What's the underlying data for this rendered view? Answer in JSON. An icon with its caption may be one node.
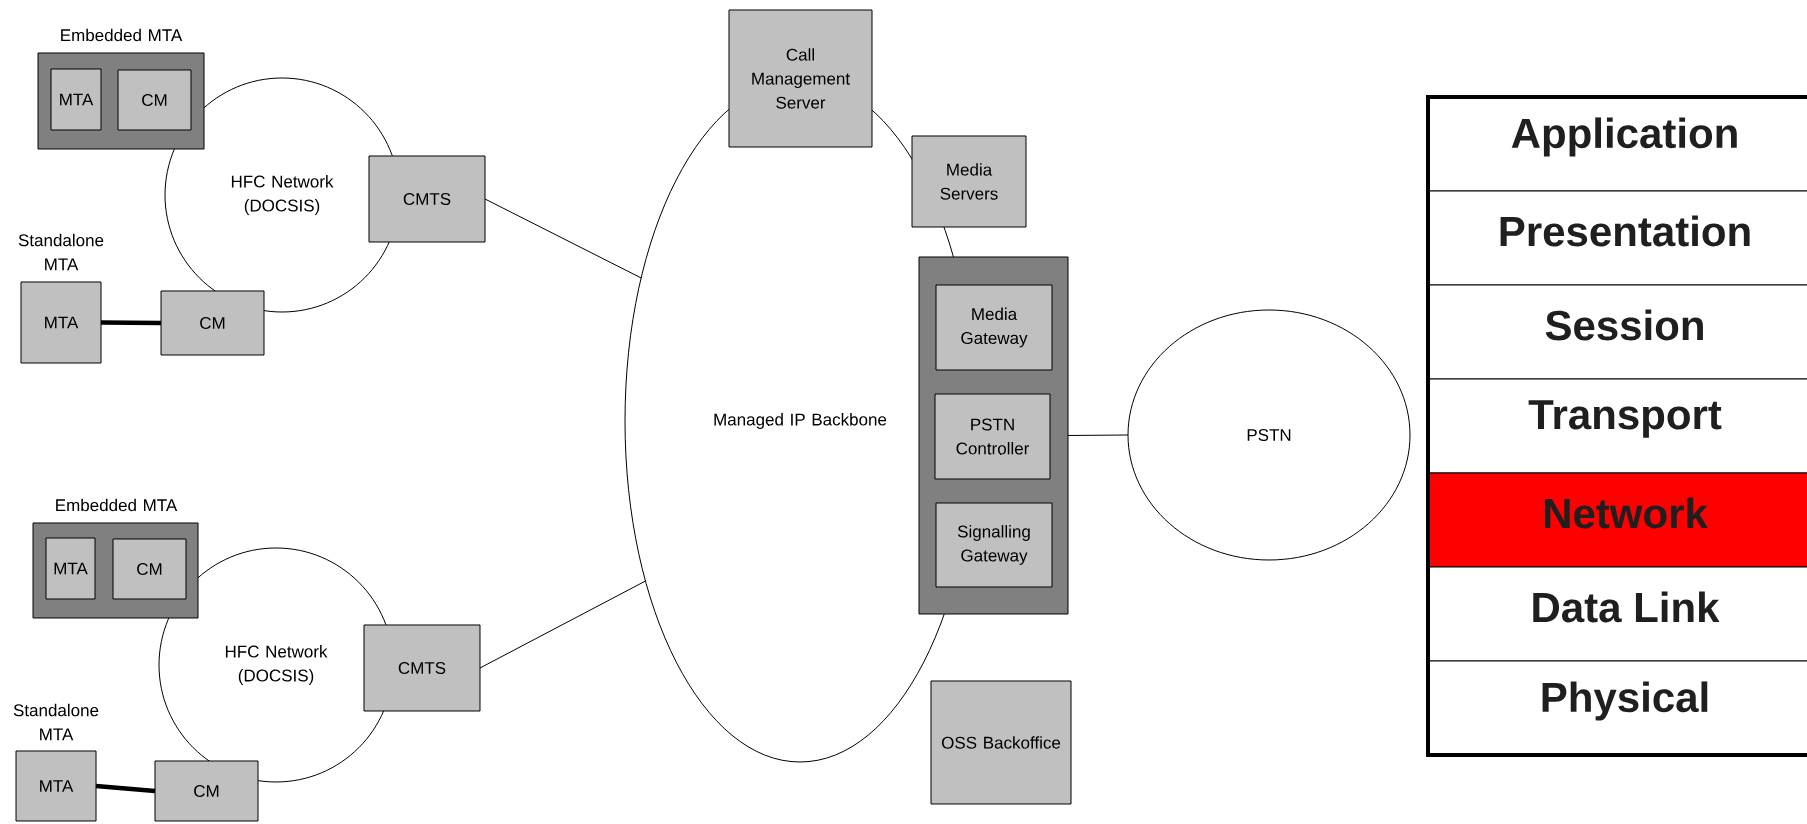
{
  "diagram": {
    "nodes": [
      {
        "text": [
          "Embedded MTA"
        ]
      },
      {
        "text": [
          "MTA"
        ],
        "in": 0
      },
      {
        "text": [
          "CM"
        ],
        "in": 0
      },
      {
        "text": [
          "HFC Network (DOCSIS)"
        ]
      },
      {
        "text": [
          "CMTS"
        ]
      },
      {
        "text": [
          "Standalone MTA",
          "MTA"
        ]
      },
      {
        "text": [
          "CM"
        ]
      },
      {
        "text": [
          "Embedded MTA"
        ]
      },
      {
        "text": [
          "MTA"
        ],
        "in": 7
      },
      {
        "text": [
          "CM"
        ],
        "in": 7
      },
      {
        "text": [
          "HFC Network (DOCSIS)"
        ]
      },
      {
        "text": [
          "CMTS"
        ]
      },
      {
        "text": [
          "Standalone MTA",
          "MTA"
        ]
      },
      {
        "text": [
          "CM"
        ]
      },
      {
        "text": [
          "Call Management Server"
        ]
      },
      {
        "text": [
          "Media Servers"
        ]
      },
      {
        "text": [
          "Managed IP Backbone"
        ]
      },
      {
        "text": [],
        "shape": "box"
      },
      {
        "text": [
          "Media Gateway"
        ],
        "in": 17
      },
      {
        "text": [
          "PSTN Controller"
        ],
        "in": 17
      },
      {
        "text": [
          "Signalling Gateway"
        ],
        "in": 17
      },
      {
        "text": [
          "PSTN"
        ]
      },
      {
        "text": [
          "OSS Backoffice"
        ]
      },
      {
        "text": [
          "Application"
        ]
      },
      {
        "text": [
          "Presentation"
        ]
      },
      {
        "text": [
          "Session"
        ]
      },
      {
        "text": [
          "Transport"
        ]
      },
      {
        "text": [
          "Network"
        ]
      },
      {
        "text": [
          "Data Link"
        ]
      },
      {
        "text": [
          "Physical"
        ]
      }
    ],
    "edges": [
      {
        "from": 4,
        "to": 16,
        "arrow": "none"
      },
      {
        "from": 5,
        "to": 6,
        "arrow": "none",
        "style": "thick"
      },
      {
        "from": 11,
        "to": 16,
        "arrow": "none"
      },
      {
        "from": 12,
        "to": 13,
        "arrow": "none",
        "style": "thick"
      },
      {
        "from": 17,
        "to": 21,
        "arrow": "none"
      }
    ]
  }
}
